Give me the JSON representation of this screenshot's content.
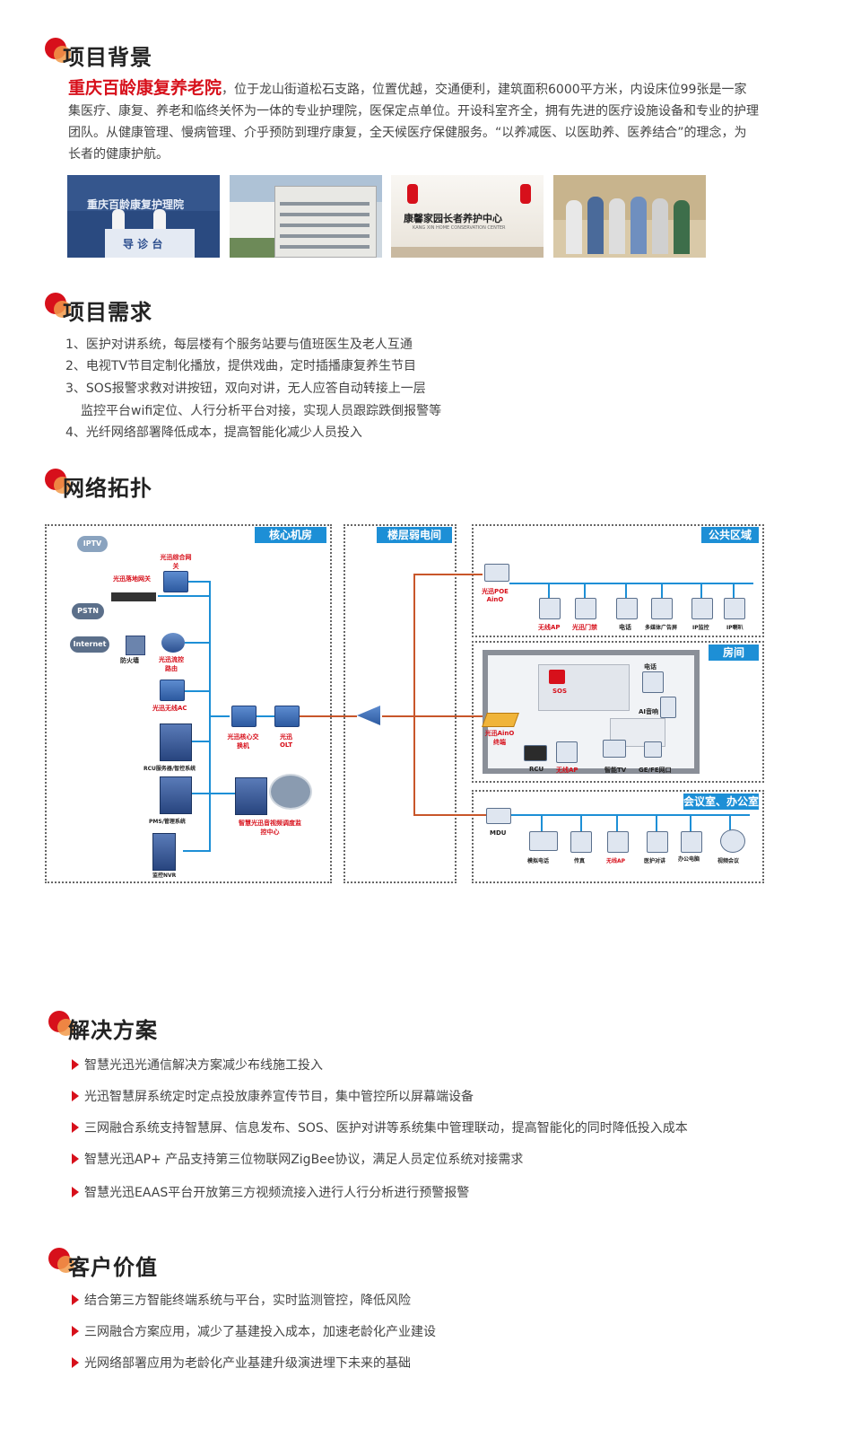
{
  "sections": {
    "background": "项目背景",
    "requirements": "项目需求",
    "topology": "网络拓扑",
    "solution": "解决方案",
    "value": "客户价值"
  },
  "background": {
    "org_name": "重庆百龄康复养老院",
    "description": "，位于龙山街道松石支路，位置优越，交通便利，建筑面积6000平方米，内设床位99张是一家集医疗、康复、养老和临终关怀为一体的专业护理院，医保定点单位。开设科室齐全，拥有先进的医疗设施设备和专业的护理团队。从健康管理、慢病管理、介乎预防到理疗康复，全天候医疗保健服务。“以养减医、以医助养、医养结合”的理念，为长者的健康护航。",
    "photo_text": {
      "reception_sign": "重庆百龄康复护理院",
      "reception_desk": "导 诊 台",
      "center_sign": "康馨家园长者养护中心",
      "center_sign_en": "KANG XIN HOME CONSERVATION CENTER"
    }
  },
  "requirements": [
    "1、医护对讲系统，每层楼有个服务站要与值班医生及老人互通",
    "2、电视TV节目定制化播放，提供戏曲，定时插播康复养生节目",
    "3、SOS报警求救对讲按钮，双向对讲，无人应答自动转接上一层",
    "监控平台wifi定位、人行分析平台对接，实现人员跟踪跌倒报警等",
    "4、光纤网络部署降低成本，提高智能化减少人员投入"
  ],
  "topology": {
    "zones": {
      "core": "核心机房",
      "floor": "楼层弱电间",
      "public": "公共区域",
      "room": "房间",
      "office": "会议室、办公室"
    },
    "core_devices": {
      "iptv": "IPTV",
      "gateway": "光迅综合网关",
      "landing_gateway": "光迅落地网关",
      "pstn": "PSTN",
      "internet": "Internet",
      "firewall": "防火墙",
      "router": "光迅流控路由",
      "wireless_ac": "光迅无线AC",
      "rcu_server": "RCU服务器/智控系统",
      "pms": "PMS/管理系统",
      "nvr": "监控NVR",
      "core_switch": "光迅核心交换机",
      "olt": "光迅OLT",
      "video_center": "智慧光迅音视频调度监控中心"
    },
    "public_devices": {
      "poe": "光迅POE AinO",
      "items": [
        "无线AP",
        "光迅门禁",
        "电话",
        "多媒体广告屏",
        "IP监控",
        "IP喇叭"
      ]
    },
    "room_devices": {
      "phone": "电话",
      "sos": "SOS",
      "speaker": "AI音响",
      "terminal": "光迅AinO终端",
      "items": [
        "RCU",
        "无线AP",
        "智能TV",
        "GE/FE网口"
      ]
    },
    "office_devices": {
      "mdu": "MDU",
      "items": [
        "模拟电话",
        "传真",
        "无线AP",
        "医护对讲",
        "办公电脑",
        "视频会议"
      ]
    },
    "colors": {
      "fiber": "#c8562a",
      "ethernet": "#1d8fd6",
      "label_bg": "#1d8fd6",
      "accent": "#d7101b"
    }
  },
  "solution": [
    "智慧光迅光通信解决方案减少布线施工投入",
    "光迅智慧屏系统定时定点投放康养宣传节目，集中管控所以屏幕端设备",
    "三网融合系统支持智慧屏、信息发布、SOS、医护对讲等系统集中管理联动，提高智能化的同时降低投入成本",
    "智慧光迅AP+ 产品支持第三位物联网ZigBee协议，满足人员定位系统对接需求",
    "智慧光迅EAAS平台开放第三方视频流接入进行人行分析进行预警报警"
  ],
  "value": [
    "结合第三方智能终端系统与平台，实时监测管控，降低风险",
    "三网融合方案应用，减少了基建投入成本，加速老龄化产业建设",
    "光网络部署应用为老龄化产业基建升级演进埋下未来的基础"
  ]
}
